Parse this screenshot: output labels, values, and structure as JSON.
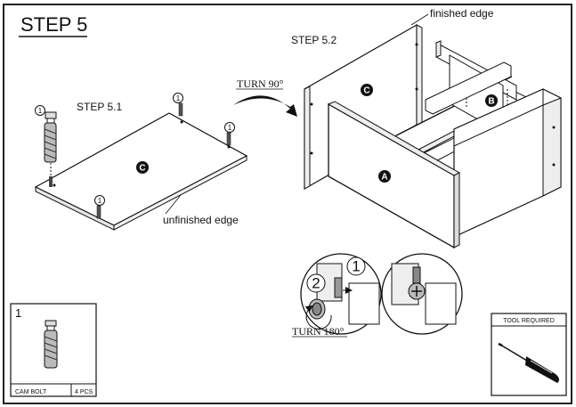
{
  "step_title": "STEP 5",
  "substep_1": "STEP 5.1",
  "substep_2": "STEP 5.2",
  "labels": {
    "finished_edge": "finished edge",
    "unfinished_edge": "unfinished edge",
    "turn_90": "TURN 90°",
    "turn_180": "TURN 180°"
  },
  "parts": {
    "panel_c": "C",
    "panel_a": "A",
    "panel_b": "B"
  },
  "callouts": {
    "cam_bolt": "1",
    "cam_step_1": "1",
    "cam_step_2": "2"
  },
  "hardware": {
    "id": "1",
    "name": "CAM BOLT",
    "qty": "4 PCS"
  },
  "tool": {
    "header": "TOOL REQUIRED",
    "icon": "screwdriver-icon"
  }
}
